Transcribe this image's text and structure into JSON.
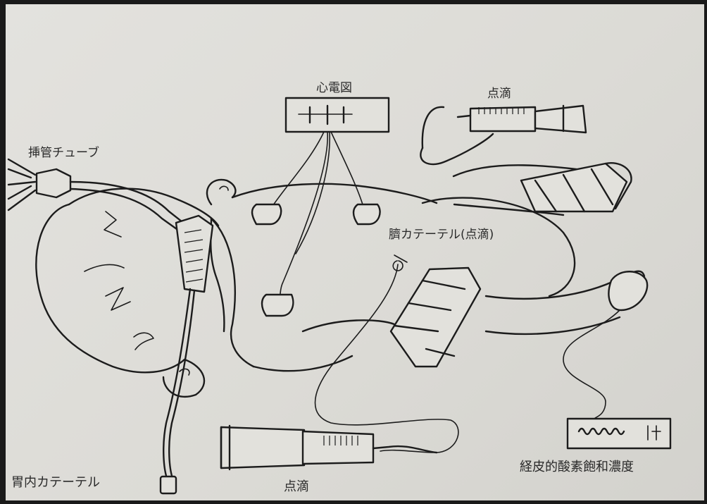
{
  "labels": {
    "ecg": "心電図",
    "drip_top": "点滴",
    "intubation": "挿管チューブ",
    "umbilical": "臍カテーテル(点滴)",
    "gastric": "胃内カテーテル",
    "drip_bottom": "点滴",
    "spo2": "経皮的酸素飽和濃度"
  },
  "colors": {
    "paper": "#dfded9",
    "ink": "#1c1c1c",
    "border": "#1a1a1a"
  }
}
